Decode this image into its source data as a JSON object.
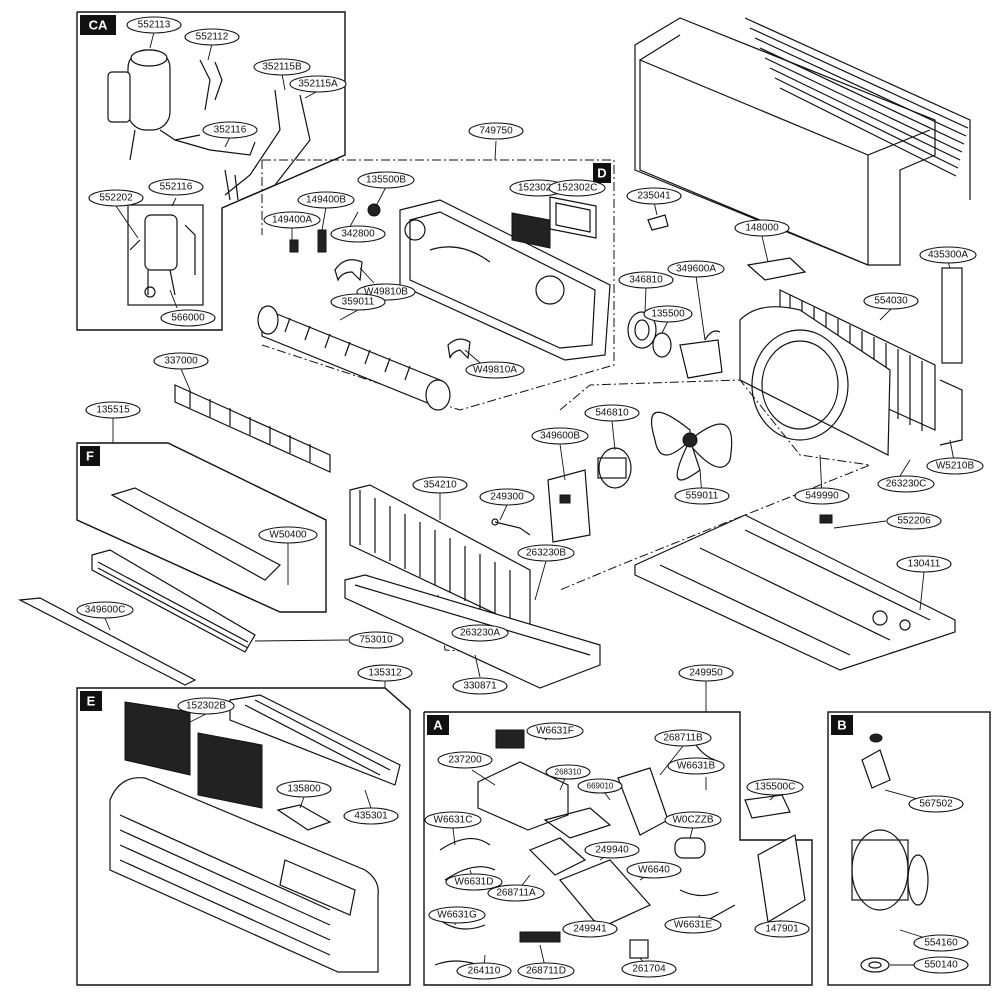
{
  "sections": {
    "CA": "CA",
    "D": "D",
    "F": "F",
    "E": "E",
    "A": "A",
    "B": "B"
  },
  "parts": {
    "p552113": "552113",
    "p552112": "552112",
    "p352115B": "352115B",
    "p352115A": "352115A",
    "p352116": "352116",
    "p552202": "552202",
    "p552116": "552116",
    "p566000": "566000",
    "p749750": "749750",
    "p135500B": "135500B",
    "p149400B": "149400B",
    "p149400A": "149400A",
    "p342800": "342800",
    "p152302A": "152302A",
    "p152302C": "152302C",
    "pW49810B": "W49810B",
    "p359011": "359011",
    "pW49810A": "W49810A",
    "p235041": "235041",
    "p148000": "148000",
    "p435300A": "435300A",
    "p346810": "346810",
    "p349600A": "349600A",
    "p135500": "135500",
    "p554030": "554030",
    "p337000": "337000",
    "p135515": "135515",
    "p349600B": "349600B",
    "p546810": "546810",
    "pW5210B": "W5210B",
    "p263230C": "263230C",
    "p559011": "559011",
    "p549990": "549990",
    "p354210": "354210",
    "p249300": "249300",
    "pW50400": "W50400",
    "p263230B": "263230B",
    "p552206": "552206",
    "p130411": "130411",
    "p349600C": "349600C",
    "p263230A": "263230A",
    "p753010": "753010",
    "p330871": "330871",
    "p135312": "135312",
    "p249950": "249950",
    "p152302B": "152302B",
    "p435301": "435301",
    "p135800": "135800",
    "pW6631F": "W6631F",
    "p268711B": "268711B",
    "p237200": "237200",
    "p268310": "268310",
    "p669010": "669010",
    "pW6631B": "W6631B",
    "p135500C": "135500C",
    "pW6631C": "W6631C",
    "pW0CZZB": "W0CZZB",
    "p249940": "249940",
    "pW6640": "W6640",
    "pW6631D": "W6631D",
    "p268711A": "268711A",
    "pW6631G": "W6631G",
    "pW6631E": "W6631E",
    "p249941": "249941",
    "p264110": "264110",
    "p268711D": "268711D",
    "p261704": "261704",
    "p147901": "147901",
    "p567502": "567502",
    "p554160": "554160",
    "p550140": "550140"
  }
}
